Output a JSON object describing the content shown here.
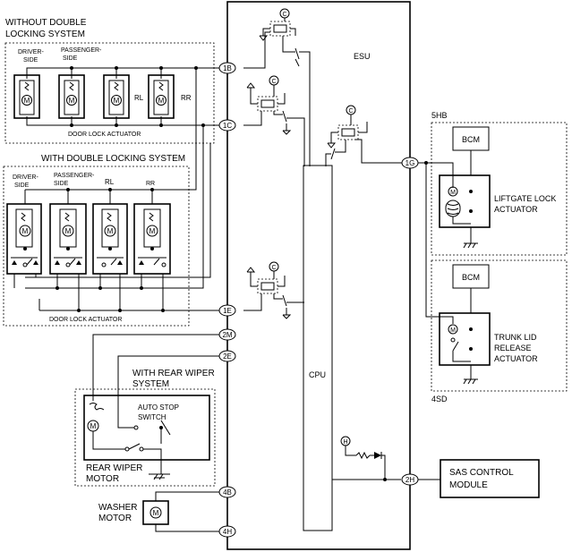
{
  "esu": {
    "title": "ESU",
    "cpu": "CPU"
  },
  "connectors": {
    "c1B": "1B",
    "c1C": "1C",
    "c1E": "1E",
    "c1G": "1G",
    "c2M": "2M",
    "c2E": "2E",
    "c2H": "2H",
    "c4B": "4B",
    "c4H": "4H",
    "C": "C",
    "H": "H"
  },
  "without_double": {
    "title_line1": "WITHOUT DOUBLE",
    "title_line2": "LOCKING SYSTEM",
    "driver_line1": "DRIVER-",
    "driver_line2": "SIDE",
    "passenger_line1": "PASSENGER-",
    "passenger_line2": "SIDE",
    "rl": "RL",
    "rr": "RR",
    "actuator": "DOOR LOCK ACTUATOR"
  },
  "with_double": {
    "title": "WITH DOUBLE LOCKING SYSTEM",
    "driver_line1": "DRIVER-",
    "driver_line2": "SIDE",
    "passenger_line1": "PASSENGER-",
    "passenger_line2": "SIDE",
    "rl": "RL",
    "rr": "RR",
    "actuator": "DOOR LOCK ACTUATOR"
  },
  "rear_wiper": {
    "title_line1": "WITH REAR WIPER",
    "title_line2": "SYSTEM",
    "autostop_line1": "AUTO STOP",
    "autostop_line2": "SWITCH",
    "motor_line1": "REAR WIPER",
    "motor_line2": "MOTOR"
  },
  "washer": {
    "line1": "WASHER",
    "line2": "MOTOR"
  },
  "hb5": {
    "label": "5HB",
    "bcm": "BCM",
    "line1": "LIFTGATE LOCK",
    "line2": "ACTUATOR"
  },
  "sd4": {
    "label": "4SD",
    "bcm": "BCM",
    "line1": "TRUNK LID",
    "line2": "RELEASE",
    "line3": "ACTUATOR"
  },
  "sas": {
    "line1": "SAS CONTROL",
    "line2": "MODULE"
  },
  "motor_symbol": "M"
}
